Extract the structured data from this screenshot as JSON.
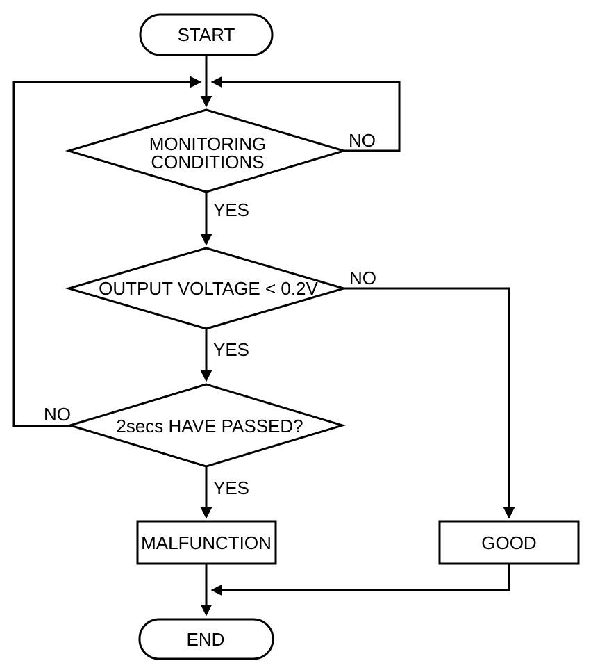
{
  "diagram": {
    "type": "flowchart",
    "nodes": {
      "start": {
        "type": "terminator",
        "label": "START"
      },
      "monitoring": {
        "type": "decision",
        "label_line1": "MONITORING",
        "label_line2": "CONDITIONS",
        "yes_label": "YES",
        "no_label": "NO"
      },
      "voltage": {
        "type": "decision",
        "label": "OUTPUT VOLTAGE < 0.2V",
        "yes_label": "YES",
        "no_label": "NO"
      },
      "passed": {
        "type": "decision",
        "label": "2secs HAVE PASSED?",
        "yes_label": "YES",
        "no_label": "NO"
      },
      "malfunction": {
        "type": "process",
        "label": "MALFUNCTION"
      },
      "good": {
        "type": "process",
        "label": "GOOD"
      },
      "end": {
        "type": "terminator",
        "label": "END"
      }
    },
    "edges": [
      {
        "from": "start",
        "to": "monitoring",
        "label": ""
      },
      {
        "from": "monitoring",
        "to": "merge-top",
        "label": "NO"
      },
      {
        "from": "monitoring",
        "to": "voltage",
        "label": "YES"
      },
      {
        "from": "voltage",
        "to": "good",
        "label": "NO"
      },
      {
        "from": "voltage",
        "to": "passed",
        "label": "YES"
      },
      {
        "from": "passed",
        "to": "merge-top",
        "label": "NO"
      },
      {
        "from": "passed",
        "to": "malfunction",
        "label": "YES"
      },
      {
        "from": "malfunction",
        "to": "end",
        "label": ""
      },
      {
        "from": "good",
        "to": "end",
        "label": ""
      }
    ],
    "colors": {
      "line": "#000000",
      "background": "#ffffff",
      "text": "#000000"
    }
  }
}
